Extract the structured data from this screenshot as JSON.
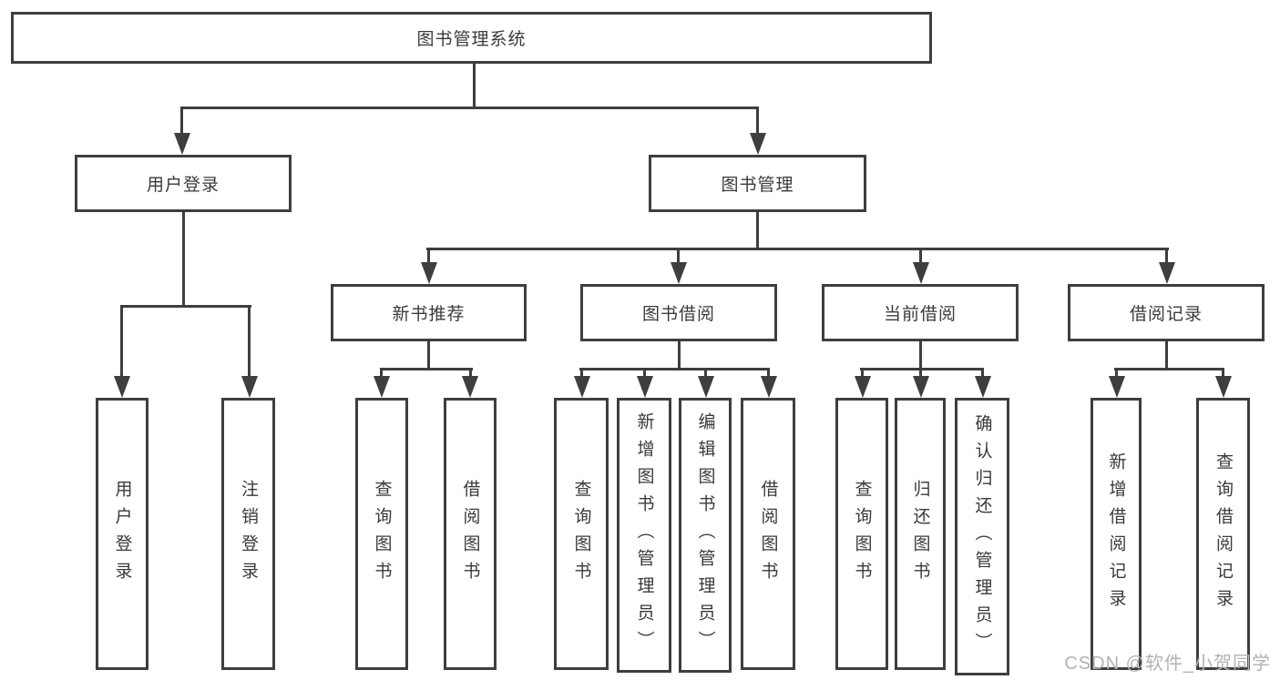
{
  "diagram": {
    "type": "hierarchy-tree",
    "root": {
      "label": "图书管理系统"
    },
    "level2": [
      {
        "label": "用户登录",
        "parent": "图书管理系统"
      },
      {
        "label": "图书管理",
        "parent": "图书管理系统"
      }
    ],
    "level3": [
      {
        "label": "新书推荐",
        "parent": "图书管理"
      },
      {
        "label": "图书借阅",
        "parent": "图书管理"
      },
      {
        "label": "当前借阅",
        "parent": "图书管理"
      },
      {
        "label": "借阅记录",
        "parent": "图书管理"
      }
    ],
    "level4": [
      {
        "label": "用户登录",
        "parent": "用户登录"
      },
      {
        "label": "注销登录",
        "parent": "用户登录"
      },
      {
        "label": "查询图书",
        "parent": "新书推荐"
      },
      {
        "label": "借阅图书",
        "parent": "新书推荐"
      },
      {
        "label": "查询图书",
        "parent": "图书借阅"
      },
      {
        "label": "新增图书（管理员）",
        "parent": "图书借阅"
      },
      {
        "label": "编辑图书（管理员）",
        "parent": "图书借阅"
      },
      {
        "label": "借阅图书",
        "parent": "图书借阅"
      },
      {
        "label": "查询图书",
        "parent": "当前借阅"
      },
      {
        "label": "归还图书",
        "parent": "当前借阅"
      },
      {
        "label": "确认归还（管理员）",
        "parent": "当前借阅"
      },
      {
        "label": "新增借阅记录",
        "parent": "借阅记录"
      },
      {
        "label": "查询借阅记录",
        "parent": "借阅记录"
      }
    ]
  },
  "watermark": "CSDN @软件_小贺同学",
  "colors": {
    "line": "#3e3e3e",
    "text": "#3a3a3a",
    "watermark": "#b3b3b3",
    "background": "#ffffff"
  }
}
